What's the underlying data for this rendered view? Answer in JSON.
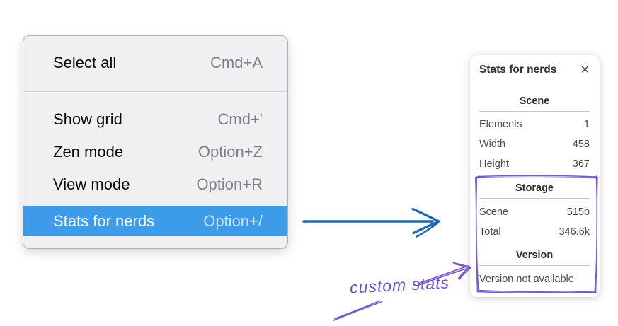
{
  "context_menu": {
    "items": [
      {
        "label": "Select all",
        "shortcut": "Cmd+A",
        "highlighted": false
      },
      {
        "label": "Show grid",
        "shortcut": "Cmd+'",
        "highlighted": false
      },
      {
        "label": "Zen mode",
        "shortcut": "Option+Z",
        "highlighted": false
      },
      {
        "label": "View mode",
        "shortcut": "Option+R",
        "highlighted": false
      },
      {
        "label": "Stats for nerds",
        "shortcut": "Option+/",
        "highlighted": true
      }
    ],
    "highlight_color": "#3d9cea"
  },
  "stats_panel": {
    "title": "Stats for nerds",
    "close_icon": "✕",
    "sections": [
      {
        "heading": "Scene",
        "rows": [
          {
            "label": "Elements",
            "value": "1"
          },
          {
            "label": "Width",
            "value": "458"
          },
          {
            "label": "Height",
            "value": "367"
          }
        ]
      },
      {
        "heading": "Storage",
        "rows": [
          {
            "label": "Scene",
            "value": "515b"
          },
          {
            "label": "Total",
            "value": "346.6k"
          }
        ]
      },
      {
        "heading": "Version",
        "note": "Version not available"
      }
    ]
  },
  "annotations": {
    "custom_stats_label": "custom stats",
    "purple_color": "#7a58d0",
    "blue_arrow_color": "#1f66b4"
  }
}
